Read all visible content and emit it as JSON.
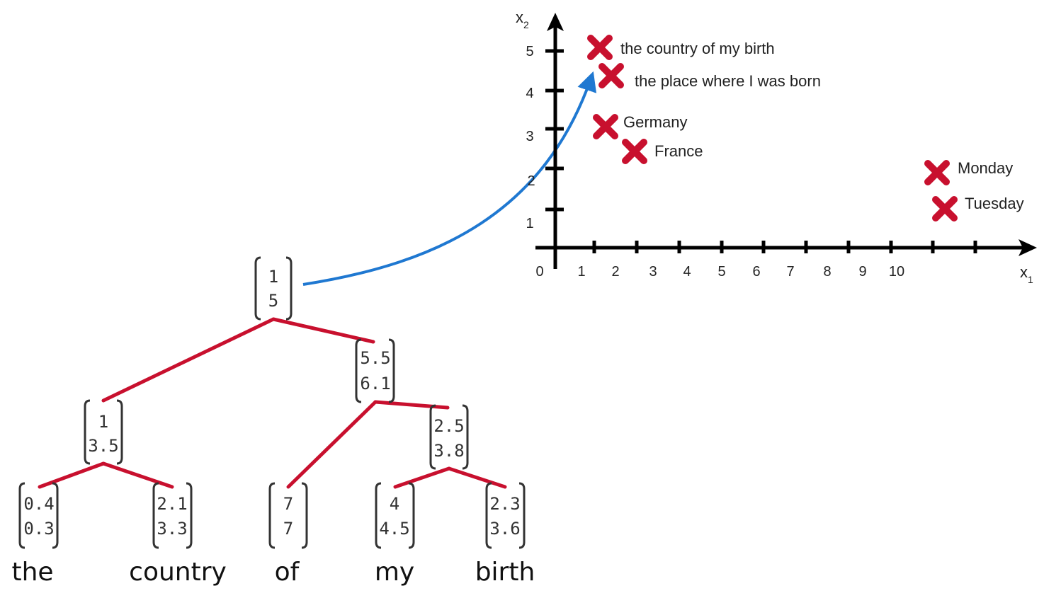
{
  "colors": {
    "tree_edge": "#C8102E",
    "marker": "#C8102E",
    "arrow": "#1F78D1",
    "axis": "#000000",
    "bracket": "#333333"
  },
  "tree": {
    "nodes": {
      "root": {
        "top": "1",
        "bottom": "5"
      },
      "right": {
        "top": "5.5",
        "bottom": "6.1"
      },
      "left": {
        "top": "1",
        "bottom": "3.5"
      },
      "my_birth": {
        "top": "2.5",
        "bottom": "3.8"
      },
      "the": {
        "top": "0.4",
        "bottom": "0.3"
      },
      "country": {
        "top": "2.1",
        "bottom": "3.3"
      },
      "of": {
        "top": "7",
        "bottom": "7"
      },
      "my": {
        "top": "4",
        "bottom": "4.5"
      },
      "birth": {
        "top": "2.3",
        "bottom": "3.6"
      }
    },
    "words": {
      "the": "the",
      "country": "country",
      "of": "of",
      "my": "my",
      "birth": "birth"
    }
  },
  "plot": {
    "x_axis_label": "x",
    "x_axis_subscript": "1",
    "y_axis_label": "x",
    "y_axis_subscript": "2",
    "x_ticks": [
      "0",
      "1",
      "2",
      "3",
      "4",
      "5",
      "6",
      "7",
      "8",
      "9",
      "10"
    ],
    "y_ticks": [
      "1",
      "2",
      "3",
      "4",
      "5"
    ],
    "points": {
      "country_of_birth": "the country of my birth",
      "place_born": "the place where I was born",
      "germany": "Germany",
      "france": "France",
      "monday": "Monday",
      "tuesday": "Tuesday"
    }
  }
}
